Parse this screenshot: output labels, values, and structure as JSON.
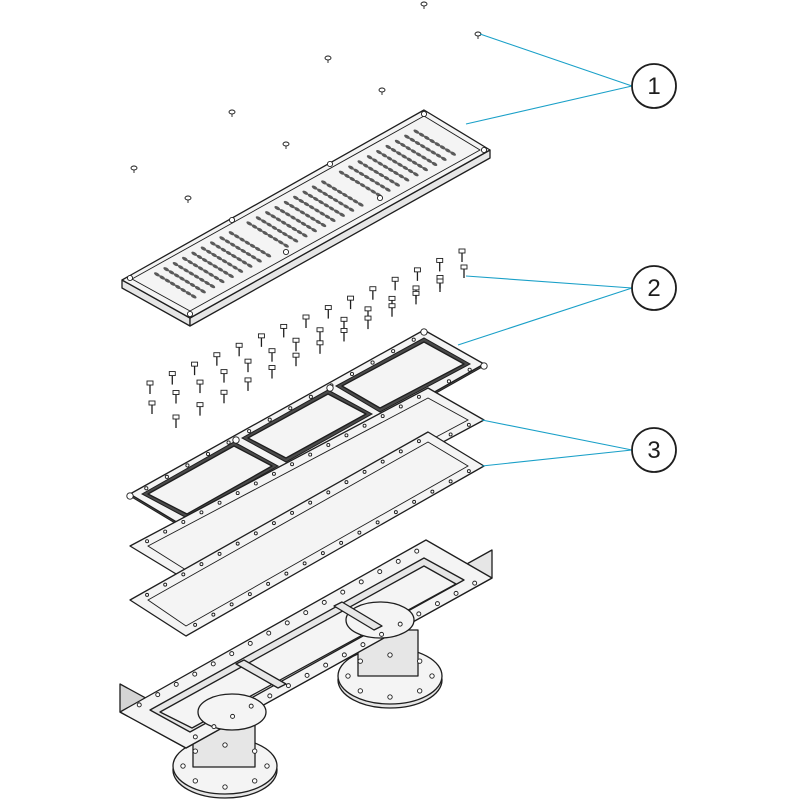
{
  "callouts": [
    {
      "label": "1"
    },
    {
      "label": "2"
    },
    {
      "label": "3"
    }
  ],
  "colors": {
    "leader": "#1aa0c8",
    "outline": "#1e1e1e",
    "gasket": "#4a4a4a"
  }
}
